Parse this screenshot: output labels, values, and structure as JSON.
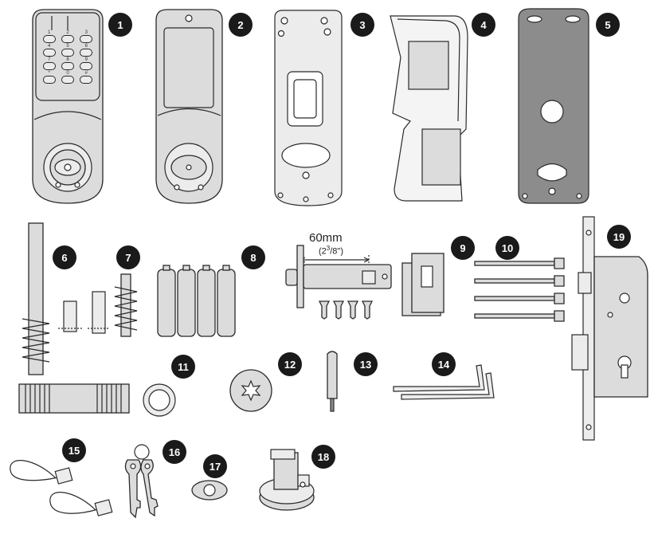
{
  "callouts": [
    "1",
    "2",
    "3",
    "4",
    "5",
    "6",
    "7",
    "8",
    "9",
    "10",
    "11",
    "12",
    "13",
    "14",
    "15",
    "16",
    "17",
    "18",
    "19"
  ],
  "keypad_keys": [
    "1",
    "2",
    "3",
    "4",
    "5",
    "6",
    "7",
    "8",
    "9",
    "*",
    "0",
    "#"
  ],
  "latch_dimension": {
    "metric": "60mm",
    "imperial": "(2",
    "imperial_sup": "3",
    "imperial_rest": "/8\")"
  },
  "colors": {
    "badge": "#1a1a1a",
    "part_fill": "#dcdcdc",
    "dark_plate": "#8c8c8c",
    "outline": "#2a2a2a"
  }
}
